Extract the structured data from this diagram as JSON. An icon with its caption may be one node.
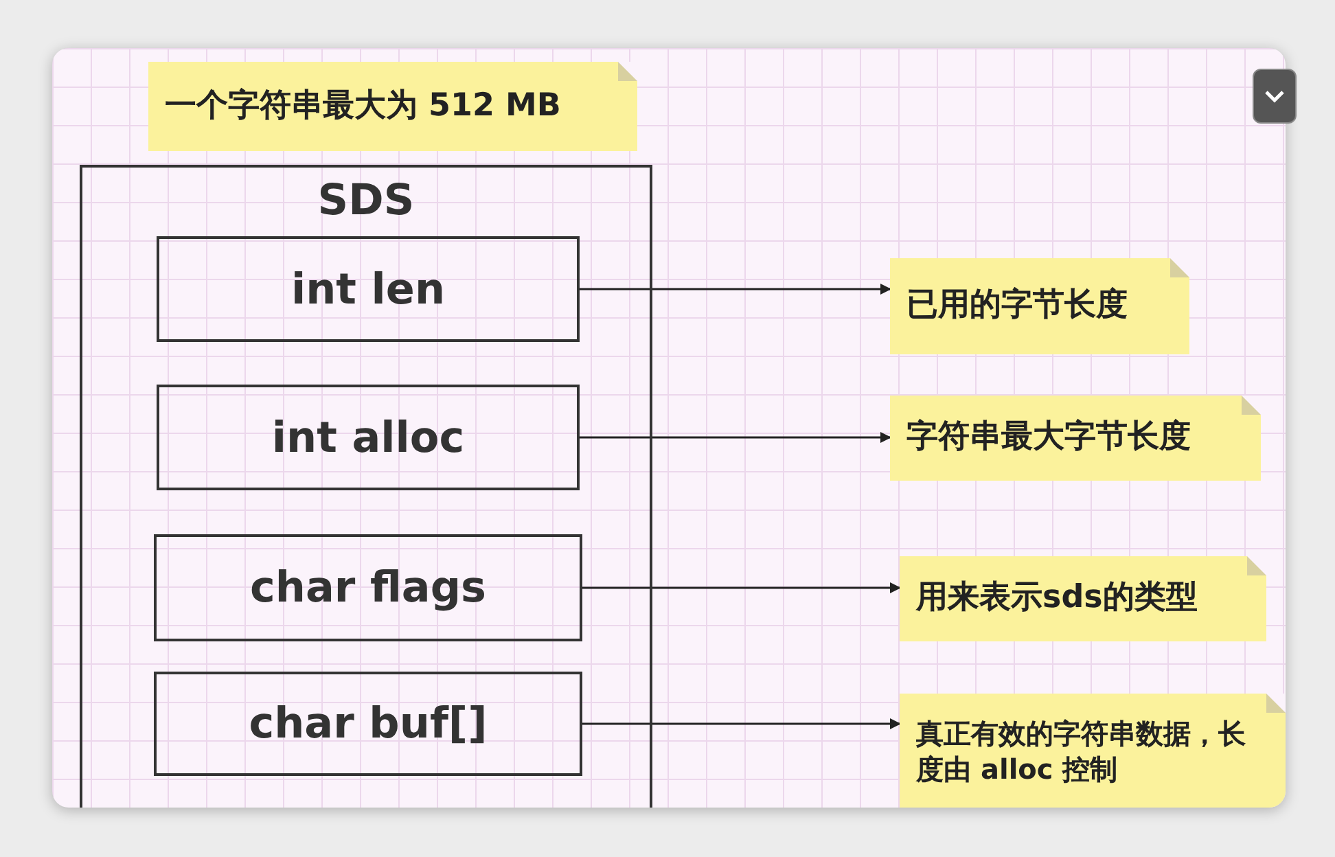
{
  "diagram": {
    "nodes": [
      {
        "text": [
          "一个字符串最大为 512 MB"
        ]
      },
      {
        "text": [
          "SDS"
        ]
      },
      {
        "text": [
          "int len"
        ],
        "in": 1
      },
      {
        "text": [
          "int alloc"
        ],
        "in": 1
      },
      {
        "text": [
          "char flags"
        ],
        "in": 1
      },
      {
        "text": [
          "char buf[]"
        ],
        "in": 1
      },
      {
        "text": [
          "已用的字节长度"
        ]
      },
      {
        "text": [
          "字符串最大字节长度"
        ]
      },
      {
        "text": [
          "用来表示sds的类型"
        ]
      },
      {
        "text": [
          "真正有效的字符串数据，长度由 alloc 控制"
        ]
      }
    ],
    "edges": [
      {
        "from": 2,
        "to": 6,
        "arrow": "to"
      },
      {
        "from": 3,
        "to": 7,
        "arrow": "to"
      },
      {
        "from": 4,
        "to": 8,
        "arrow": "to"
      },
      {
        "from": 5,
        "to": 9,
        "arrow": "to"
      }
    ]
  }
}
